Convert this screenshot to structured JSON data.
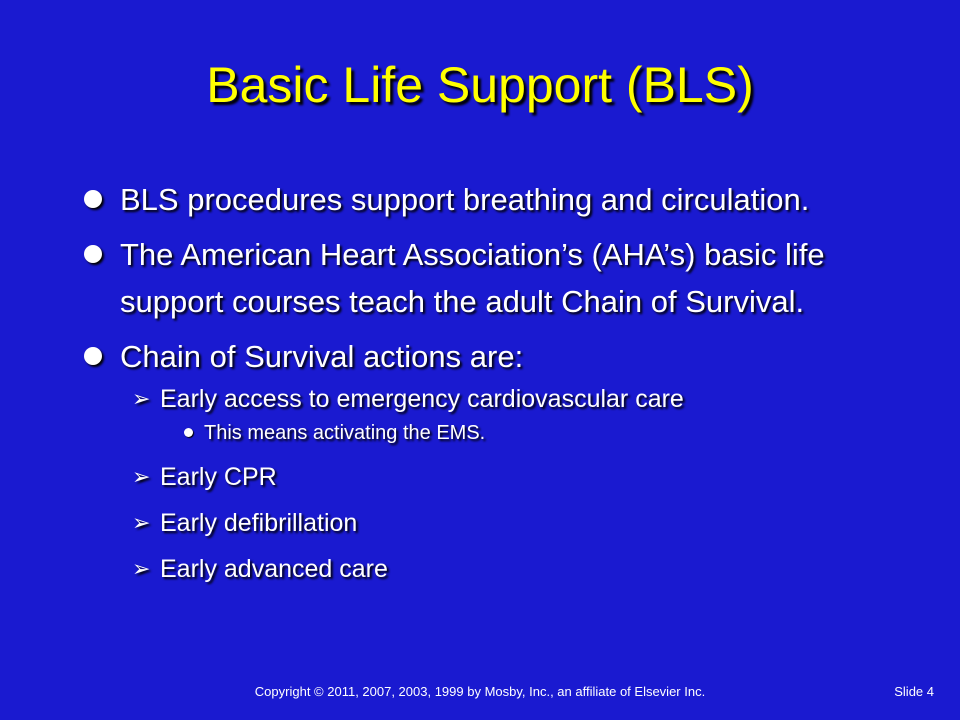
{
  "slide": {
    "title": "Basic Life Support (BLS)",
    "bullets": [
      "BLS procedures support breathing and circulation.",
      "The American Heart Association’s (AHA’s) basic life support courses teach the adult Chain of Survival.",
      "Chain of Survival actions are:"
    ],
    "sub_bullets": [
      "Early access to emergency cardiovascular care",
      "Early CPR",
      "Early defibrillation",
      "Early advanced care"
    ],
    "sub_sub_bullet": "This means activating the EMS.",
    "footer": "Copyright © 2011, 2007, 2003, 1999 by Mosby, Inc., an affiliate of Elsevier Inc.",
    "slide_number": "Slide 4"
  },
  "colors": {
    "background": "#1a1ad0",
    "title": "#ffff00",
    "text": "#ffffff"
  },
  "icons": {
    "level1": "filled-circle-bullet",
    "level2": "arrowhead-bullet",
    "level3": "small-dot-bullet"
  }
}
